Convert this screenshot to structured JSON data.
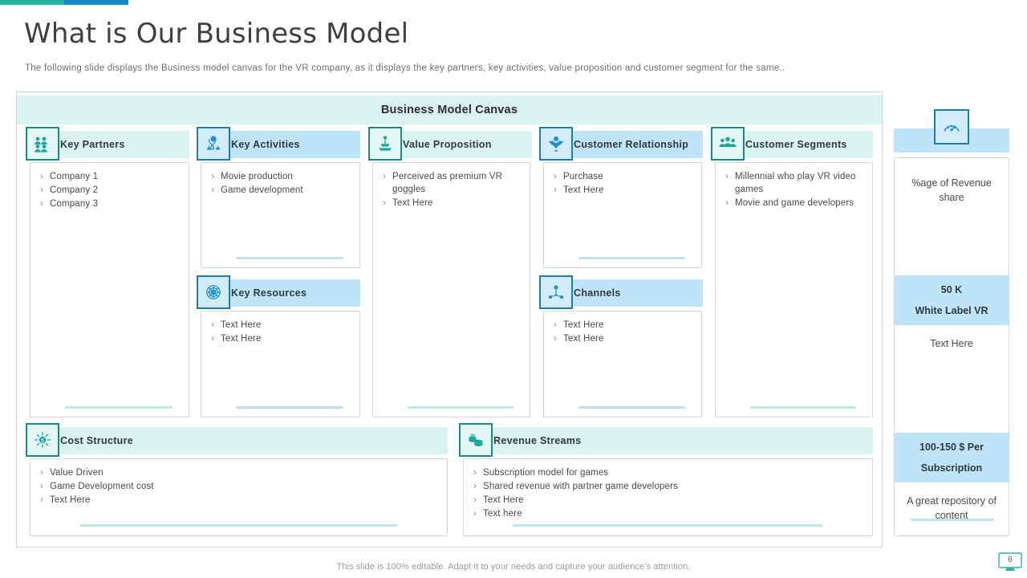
{
  "topbar": {
    "teal": "#23b5a0",
    "blue": "#1289c4"
  },
  "header": {
    "title": "What is Our Business Model",
    "subtitle": "The following  slide displays the Business model canvas for the VR company, as it displays the key partners, key activities, value proposition and customer segment for the same.."
  },
  "canvas": {
    "title": "Business Model Canvas",
    "blocks": [
      {
        "key": "key_partners",
        "label": "Key Partners",
        "icon": "partners-icon",
        "accent": "teal",
        "items": [
          "Company 1",
          "Company 2",
          "Company 3"
        ]
      },
      {
        "key": "key_activities",
        "label": "Key Activities",
        "icon": "activities-icon",
        "accent": "blue",
        "items": [
          "Movie  production",
          "Game development"
        ]
      },
      {
        "key": "value_proposition",
        "label": "Value Proposition",
        "icon": "value-icon",
        "accent": "teal",
        "items": [
          "Perceived  as premium VR goggles",
          "Text Here"
        ]
      },
      {
        "key": "customer_relationship",
        "label": "Customer  Relationship",
        "icon": "relationship-icon",
        "accent": "blue",
        "items": [
          "Purchase",
          "Text Here"
        ]
      },
      {
        "key": "customer_segments",
        "label": "Customer  Segments",
        "icon": "segments-icon",
        "accent": "teal",
        "items": [
          "Millennial who play VR video games",
          "Movie  and game developers"
        ]
      },
      {
        "key": "key_resources",
        "label": "Key Resources",
        "icon": "resources-icon",
        "accent": "blue",
        "items": [
          "Text Here",
          "Text Here"
        ]
      },
      {
        "key": "channels",
        "label": "Channels",
        "icon": "channels-icon",
        "accent": "blue",
        "items": [
          "Text Here",
          "Text Here"
        ]
      },
      {
        "key": "cost_structure",
        "label": "Cost  Structure",
        "icon": "cost-icon",
        "accent": "teal",
        "items": [
          "Value Driven",
          "Game Development  cost",
          "Text Here"
        ]
      },
      {
        "key": "revenue_streams",
        "label": "Revenue Streams",
        "icon": "revenue-icon",
        "accent": "teal",
        "items": [
          "Subscription  model for  games",
          "Shared revenue  with partner  game developers",
          "Text Here",
          "Text here"
        ]
      }
    ]
  },
  "side_panel": {
    "icon": "gauge-icon",
    "sections": [
      {
        "text": "%age of Revenue share",
        "style": "plain"
      },
      {
        "text": "50 K",
        "style": "strip"
      },
      {
        "text": "White Label VR",
        "style": "strip"
      },
      {
        "text": "Text Here",
        "style": "plain"
      },
      {
        "text": "100-150 $ Per",
        "style": "strip"
      },
      {
        "text": "Subscription",
        "style": "strip"
      },
      {
        "text": "A great repository of content",
        "style": "plain"
      }
    ]
  },
  "footer": {
    "note": "This slide is 100% editable. Adapt it to your needs and capture your audience's attention.",
    "page_number": "6"
  }
}
